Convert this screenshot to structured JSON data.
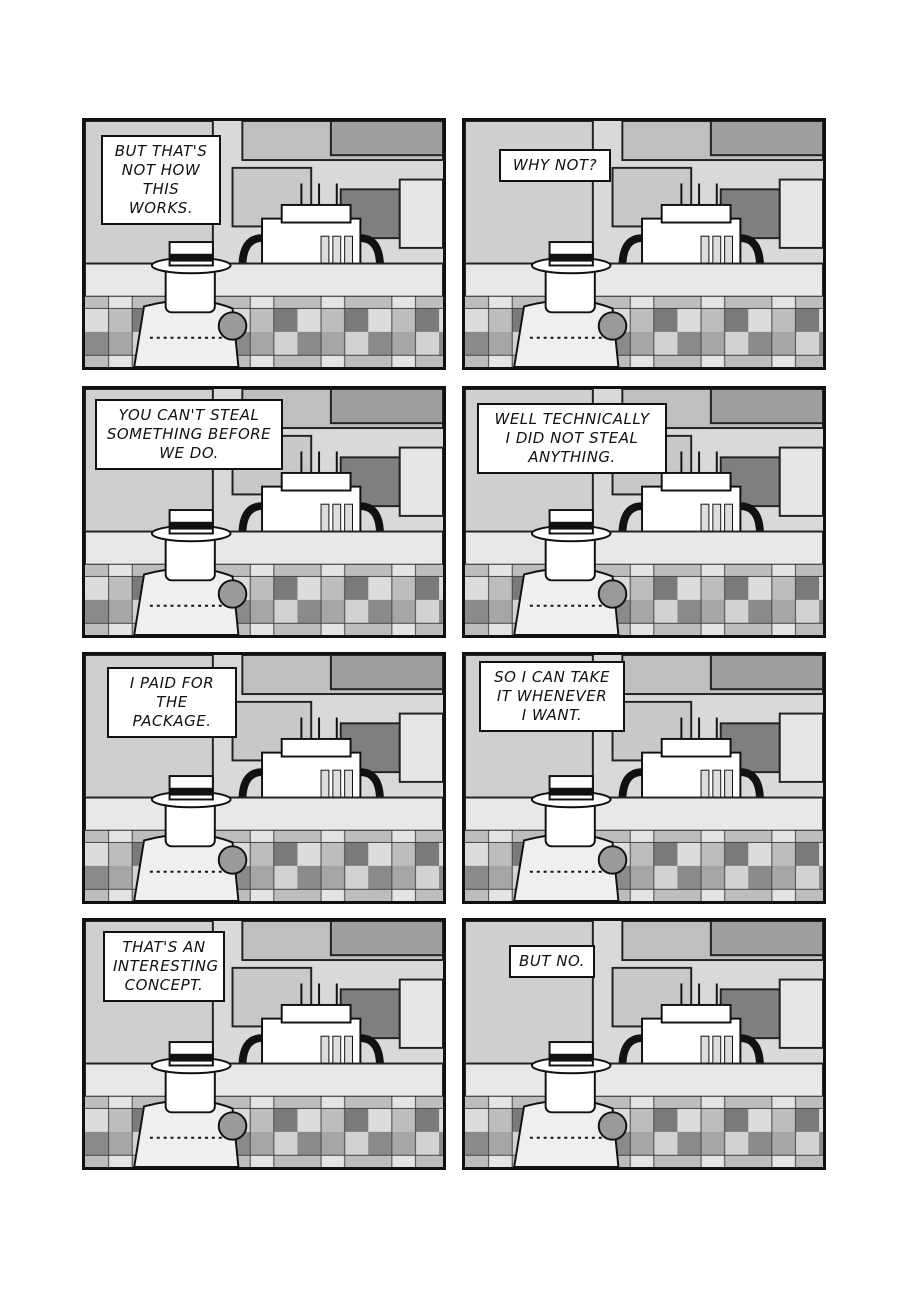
{
  "page": {
    "background": "#ffffff",
    "ink": "#111111",
    "panels": [
      {
        "speaker": "detective",
        "text": "BUT THAT'S\nNOT HOW\nTHIS WORKS."
      },
      {
        "speaker": "thief",
        "text": "WHY NOT?"
      },
      {
        "speaker": "detective",
        "text": "YOU CAN'T STEAL\nSOMETHING BEFORE\nWE DO."
      },
      {
        "speaker": "thief",
        "text": "WELL TECHNICALLY\nI DID NOT STEAL\nANYTHING."
      },
      {
        "speaker": "thief",
        "text": "I PAID FOR\nTHE PACKAGE."
      },
      {
        "speaker": "thief",
        "text": "SO I CAN TAKE\nIT WHENEVER\nI WANT."
      },
      {
        "speaker": "detective",
        "text": "THAT'S AN\nINTERESTING\nCONCEPT."
      },
      {
        "speaker": "detective",
        "text": "BUT NO."
      }
    ]
  }
}
